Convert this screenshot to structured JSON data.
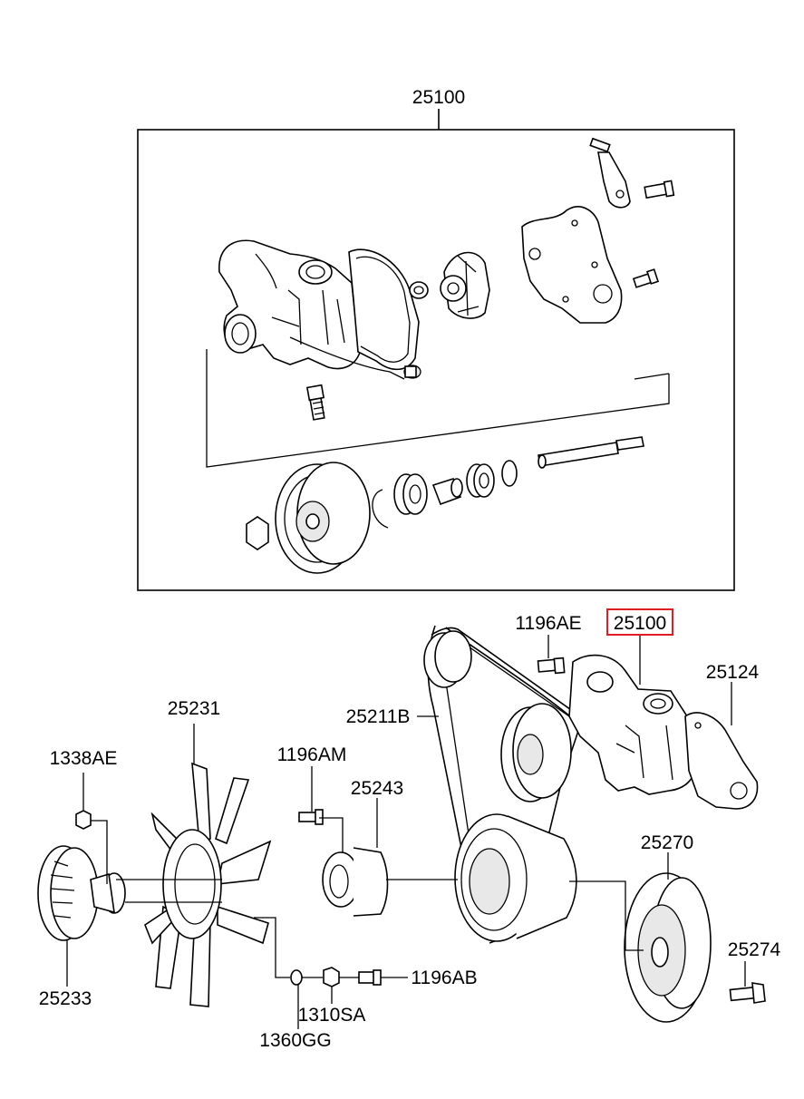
{
  "labels": {
    "top_assembly": "25100",
    "bolt_top": "1196AE",
    "pump_highlight": "25100",
    "gasket": "25124",
    "belt": "25211B",
    "fan": "25231",
    "nut_left": "1338AE",
    "bolt_mid": "1196AM",
    "spacer": "25243",
    "pulley_crank": "25270",
    "bolt_crank": "25274",
    "fan_clutch": "25233",
    "bolt_bottom": "1196AB",
    "nut_bottom": "1310SA",
    "washer_bottom": "1360GG"
  },
  "colors": {
    "highlight_box": "#e31b23",
    "line": "#000000",
    "background": "#ffffff"
  }
}
